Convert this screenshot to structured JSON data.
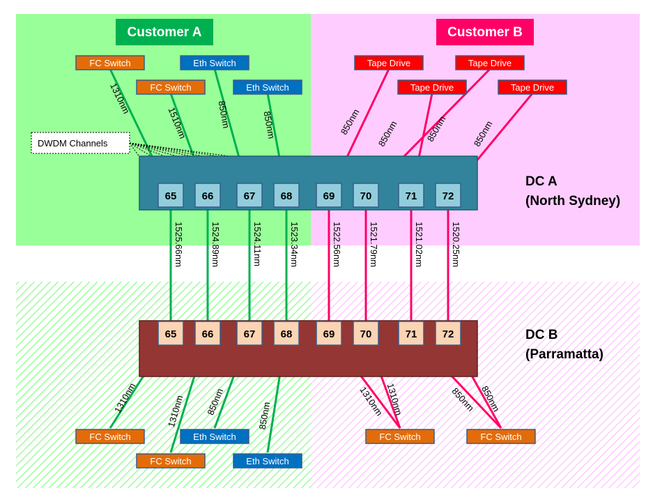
{
  "customers": [
    {
      "name": "Customer A",
      "color": "#00b050",
      "zone_color": "#99ff99"
    },
    {
      "name": "Customer B",
      "color": "#ff0066",
      "zone_color": "#ffccff"
    }
  ],
  "datacenters": [
    {
      "name": "DC A",
      "location": "(North Sydney)",
      "box_color": "#31849b",
      "channel_color": "#92cddc"
    },
    {
      "name": "DC B",
      "location": "(Parramatta)",
      "box_color": "#943634",
      "channel_color": "#fbd4b4"
    }
  ],
  "channels": [
    "65",
    "66",
    "67",
    "68",
    "69",
    "70",
    "71",
    "72"
  ],
  "channel_wavelengths": [
    "1525.66nm",
    "1524.89nm",
    "1524.11nm",
    "1523.34nm",
    "1522.56nm",
    "1521.79nm",
    "1521.02nm",
    "1520.25nm"
  ],
  "annotation": "DWDM Channels",
  "device_colors": {
    "FC Switch": "#e36c09",
    "Eth Switch": "#0070c0",
    "Tape Drive": "#ff0000"
  },
  "dc_a_devices": [
    {
      "label": "FC Switch",
      "link": "1310nm"
    },
    {
      "label": "FC Switch",
      "link": "1510nm"
    },
    {
      "label": "Eth Switch",
      "link": "850nm"
    },
    {
      "label": "Eth Switch",
      "link": "850nm"
    },
    {
      "label": "Tape Drive",
      "link": "850nm"
    },
    {
      "label": "Tape Drive",
      "link": "850nm"
    },
    {
      "label": "Tape Drive",
      "link": "850nm"
    },
    {
      "label": "Tape Drive",
      "link": "850nm"
    }
  ],
  "dc_b_devices": [
    {
      "label": "FC Switch",
      "link": "1310nm"
    },
    {
      "label": "FC Switch",
      "link": "1310nm"
    },
    {
      "label": "Eth Switch",
      "link": "850nm"
    },
    {
      "label": "Eth Switch",
      "link": "850nm"
    },
    {
      "label": "FC Switch",
      "link": "1310nm"
    },
    {
      "label": "FC Switch",
      "link": "1310nm"
    },
    {
      "label": "FC Switch",
      "link": "850nm"
    },
    {
      "label": "FC Switch",
      "link": "850nm"
    }
  ]
}
